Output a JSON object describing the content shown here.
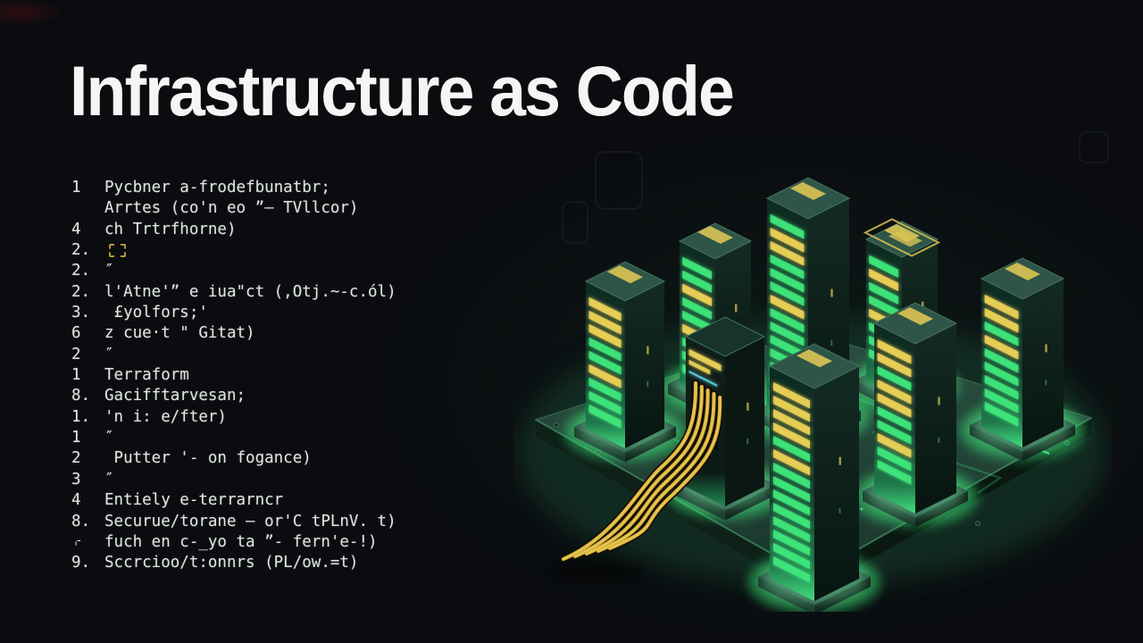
{
  "slide": {
    "title": "Infrastructure as Code",
    "background_color": "#0a0c0f",
    "title_color": "#f4f6f4"
  },
  "code_listing": {
    "text_color": "#e3e6e2",
    "lines": [
      {
        "num": "1",
        "text": "Pycbner a-frodefbunatbr;"
      },
      {
        "num": "",
        "text": "Arrtes (co'n eo ”– TVllcor)"
      },
      {
        "num": "4",
        "text": "ch Trtrfhorne)"
      },
      {
        "num": "2.",
        "text": "",
        "icon": "gold-brackets-icon"
      },
      {
        "num": "2.",
        "text": "″"
      },
      {
        "num": "2.",
        "text": "l'Atne'” e iua\"ct (,Otj.~-c.ól)"
      },
      {
        "num": "3.",
        "text": " £yolfors;'"
      },
      {
        "num": "6",
        "text": "z cue·t \" Gitat)"
      },
      {
        "num": "2",
        "text": "″"
      },
      {
        "num": "1",
        "text": "Terraform"
      },
      {
        "num": "8.",
        "text": "Gacifftarvesan;"
      },
      {
        "num": "1.",
        "text": "'n i: e/fter)"
      },
      {
        "num": "1",
        "text": "″"
      },
      {
        "num": "2",
        "text": " Putter '- on fogance)"
      },
      {
        "num": "3",
        "text": "″"
      },
      {
        "num": "4",
        "text": "Entiely e-terrarncr"
      },
      {
        "num": "8.",
        "text": "Securue/torane – or'C tPLnV. t)"
      },
      {
        "num": "⌌",
        "text": "fuch en c-_yo ta ”- fern'e-!)"
      },
      {
        "num": "9.",
        "text": "Sccrcioo/t:onnrs (PL/ow.=t)"
      }
    ]
  },
  "illustration": {
    "name": "isometric-server-farm",
    "tower_count": 8,
    "cable_count": 5,
    "colors": {
      "platform_top_a": "#2a4f41",
      "platform_top_b": "#1b372d",
      "platform_side": "#0e2018",
      "platform_side_b": "#0a1811",
      "tower_top": "#2e5547",
      "tower_top_dark": "#17332a",
      "slat_green": "#3ee57a",
      "slat_yellow": "#e8cf55",
      "glow_green": "#3ae878",
      "glow_rim": "#7df0a8",
      "cable_gold": "#d9b23c",
      "cable_highlight": "#f1d667",
      "label_yellow": "#d9c355",
      "edge_line": "#3e8f63",
      "ambient": "#14402f"
    }
  }
}
